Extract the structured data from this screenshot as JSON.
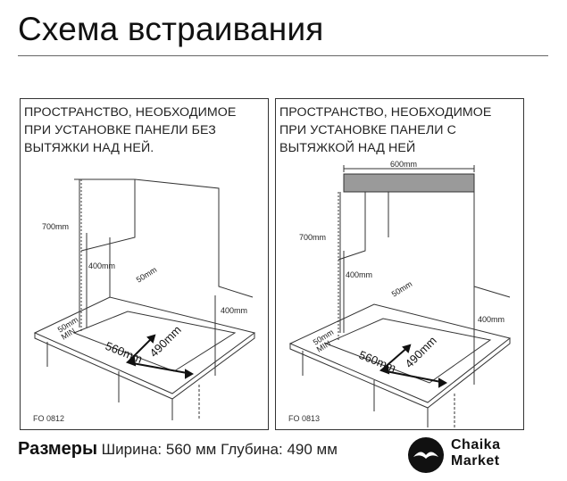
{
  "title": "Схема встраивания",
  "panels": [
    {
      "text": "ПРОСТРАНСТВО, НЕОБХОДИМОЕ\nПРИ УСТАНОВКЕ ПАНЕЛИ БЕЗ\nВЫТЯЖКИ НАД НЕЙ.",
      "code": "FO 0812",
      "dims": {
        "h700": "700mm",
        "h400": "400mm",
        "h400b": "400mm",
        "d50": "50mm",
        "d50b": "50mm",
        "w560": "560mm",
        "w490": "490mm",
        "min": "MIN"
      }
    },
    {
      "text": "ПРОСТРАНСТВО, НЕОБХОДИМОЕ\nПРИ УСТАНОВКЕ ПАНЕЛИ С\nВЫТЯЖКОЙ НАД НЕЙ",
      "code": "FO 0813",
      "dims": {
        "w600": "600mm",
        "h700": "700mm",
        "h400": "400mm",
        "h400b": "400mm",
        "d50": "50mm",
        "d50b": "50mm",
        "w560": "560mm",
        "w490": "490mm",
        "min": "MIN"
      }
    }
  ],
  "footer": {
    "label": "Размеры",
    "spec": "Ширина: 560 мм Глубина: 490 мм"
  },
  "logo": {
    "line1": "Chaika",
    "line2": "Market"
  }
}
